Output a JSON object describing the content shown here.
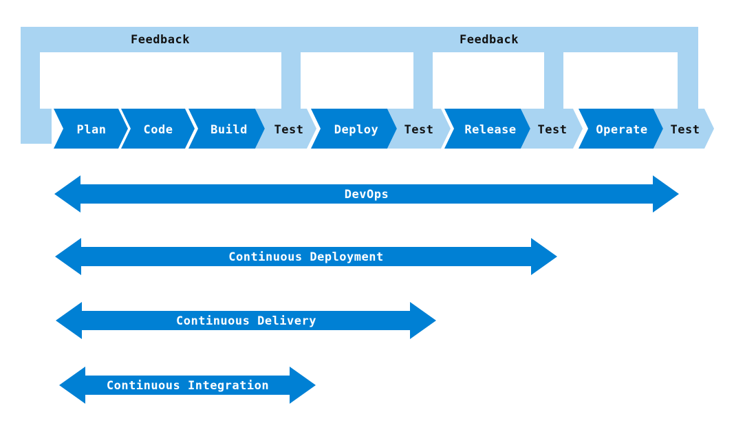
{
  "colors": {
    "primary": "#0080D4",
    "light": "#A9D4F2",
    "text_dark": "#111111",
    "text_light": "#FFFFFF"
  },
  "feedback": {
    "label_left": "Feedback",
    "label_right": "Feedback"
  },
  "stages": [
    {
      "id": "plan",
      "label": "Plan",
      "kind": "primary"
    },
    {
      "id": "code",
      "label": "Code",
      "kind": "primary"
    },
    {
      "id": "build",
      "label": "Build",
      "kind": "primary"
    },
    {
      "id": "test-1",
      "label": "Test",
      "kind": "test"
    },
    {
      "id": "deploy",
      "label": "Deploy",
      "kind": "primary"
    },
    {
      "id": "test-2",
      "label": "Test",
      "kind": "test"
    },
    {
      "id": "release",
      "label": "Release",
      "kind": "primary"
    },
    {
      "id": "test-3",
      "label": "Test",
      "kind": "test"
    },
    {
      "id": "operate",
      "label": "Operate",
      "kind": "primary"
    },
    {
      "id": "test-4",
      "label": "Test",
      "kind": "test"
    }
  ],
  "spans": [
    {
      "id": "devops",
      "label": "DevOps",
      "from_stage": "plan",
      "to_stage": "test-4"
    },
    {
      "id": "continuous-deployment",
      "label": "Continuous Deployment",
      "from_stage": "plan",
      "to_stage": "test-3"
    },
    {
      "id": "continuous-delivery",
      "label": "Continuous Delivery",
      "from_stage": "plan",
      "to_stage": "test-2"
    },
    {
      "id": "continuous-integration",
      "label": "Continuous Integration",
      "from_stage": "plan",
      "to_stage": "test-1"
    }
  ]
}
